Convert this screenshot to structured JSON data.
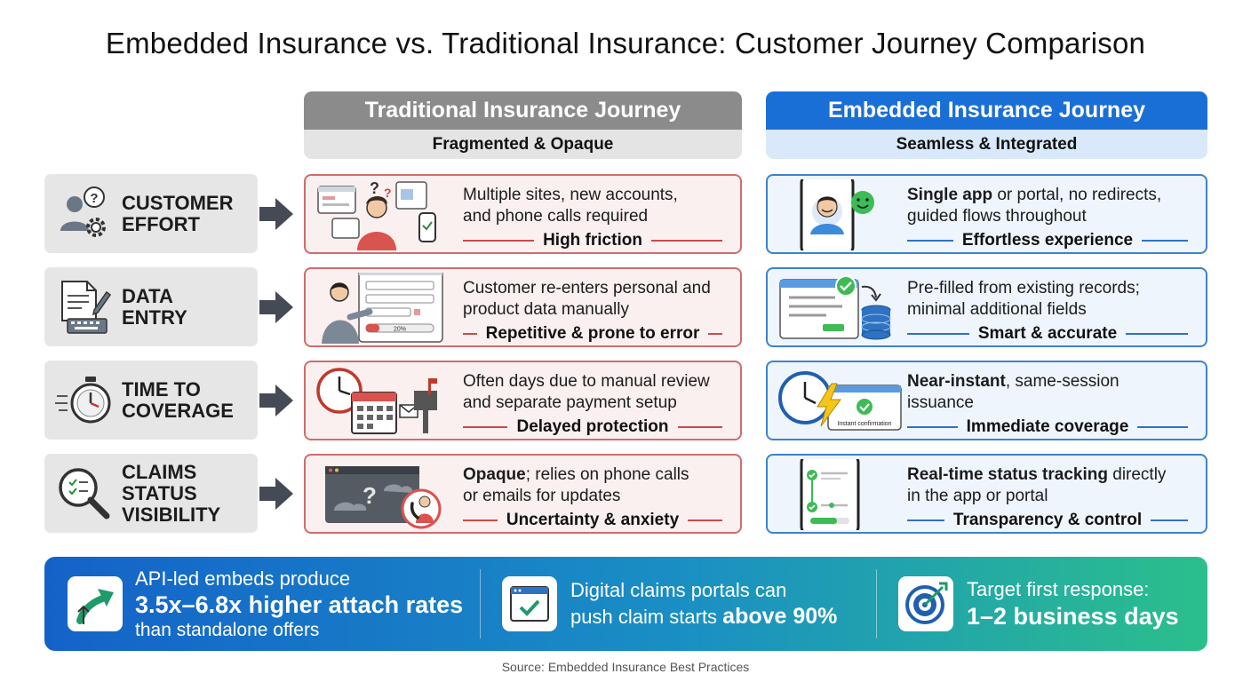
{
  "title": "Embedded Insurance vs. Traditional Insurance: Customer Journey Comparison",
  "columns": {
    "traditional": {
      "title": "Traditional Insurance Journey",
      "subtitle": "Fragmented & Opaque"
    },
    "embedded": {
      "title": "Embedded Insurance Journey",
      "subtitle": "Seamless & Integrated"
    }
  },
  "rows": [
    {
      "label_line1": "CUSTOMER",
      "label_line2": "EFFORT",
      "label_line3": "",
      "label_icon": "person-question-gear-icon",
      "traditional": {
        "text1": "Multiple sites, new accounts,",
        "text2": "and phone calls required",
        "tag": "High friction",
        "illustration": "confused-person-websites-phone-icon"
      },
      "embedded": {
        "bold": "Single app",
        "text1": " or portal, no redirects,",
        "text2": "guided flows throughout",
        "tag": "Effortless experience",
        "illustration": "smartphone-happy-user-icon"
      }
    },
    {
      "label_line1": "DATA",
      "label_line2": "ENTRY",
      "label_line3": "",
      "label_icon": "document-keyboard-icon",
      "traditional": {
        "text1": "Customer re-enters personal and",
        "text2": "product data manually",
        "tag": "Repetitive & prone to error",
        "illustration": "person-filling-form-icon",
        "progress_label": "20%"
      },
      "embedded": {
        "bold": "",
        "text1": "Pre-filled from existing records;",
        "text2": "minimal additional fields",
        "tag": "Smart & accurate",
        "illustration": "prefilled-form-database-icon"
      }
    },
    {
      "label_line1": "TIME TO",
      "label_line2": "COVERAGE",
      "label_line3": "",
      "label_icon": "stopwatch-icon",
      "traditional": {
        "text1": "Often days due to manual review",
        "text2": "and separate payment setup",
        "tag": "Delayed protection",
        "illustration": "clock-calendar-mailbox-icon"
      },
      "embedded": {
        "bold": "Near-instant",
        "text1": ", same-session",
        "text2": "issuance",
        "tag": "Immediate coverage",
        "illustration": "clock-lightning-confirmation-icon",
        "confirm_label": "Instant confirmation"
      }
    },
    {
      "label_line1": "CLAIMS",
      "label_line2": "STATUS",
      "label_line3": "VISIBILITY",
      "label_icon": "magnifier-checklist-icon",
      "traditional": {
        "bold": "Opaque",
        "text1": "; relies on phone calls",
        "text2": "or emails for updates",
        "tag": "Uncertainty & anxiety",
        "illustration": "cloudy-window-phone-icon"
      },
      "embedded": {
        "bold": "Real-time status tracking",
        "text1": " directly",
        "text2": "in the app or portal",
        "tag": "Transparency & control",
        "illustration": "phone-status-tracker-icon"
      }
    }
  ],
  "stats": [
    {
      "line1": "API-led embeds produce",
      "line2": "3.5x–6.8x higher attach rates",
      "line3": "than standalone offers",
      "icon": "growth-arrow-icon"
    },
    {
      "line1": "Digital claims portals can",
      "line2_a": "push claim starts ",
      "line2_b": "above 90%",
      "icon": "checked-window-icon"
    },
    {
      "line1": "Target first response:",
      "line2": "1–2 business days",
      "icon": "target-icon"
    }
  ],
  "source": "Source: Embedded Insurance Best Practices",
  "colors": {
    "traditional_border": "#cf6c6c",
    "embedded_border": "#3e82cc",
    "embedded_header": "#1a6fd6",
    "traditional_header": "#8b8b8b"
  }
}
